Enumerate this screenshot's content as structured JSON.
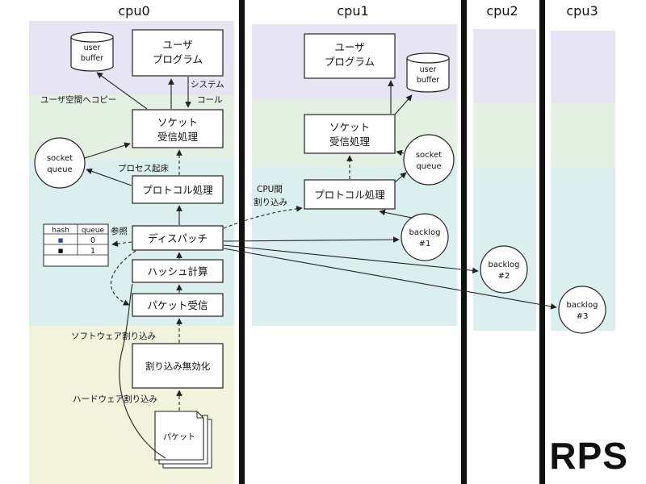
{
  "cpus": [
    "cpu0",
    "cpu1",
    "cpu2",
    "cpu3"
  ],
  "colors": {
    "user_band": "#e7e5f4",
    "socket_band": "#e3f0e2",
    "protocol_band": "#dcefef",
    "hw_band": "#f1f3dc",
    "separator": "#111111"
  },
  "cpu0": {
    "user_buffer": [
      "user",
      "buffer"
    ],
    "user_program": [
      "ユーザ",
      "プログラム"
    ],
    "syscall": [
      "システム",
      "コール"
    ],
    "copy_to_user": "ユーザ空間へコピー",
    "socket_recv": [
      "ソケット",
      "受信処理"
    ],
    "socket_queue": [
      "socket",
      "queue"
    ],
    "process_wakeup": "プロセス起床",
    "protocol": "プロトコル処理",
    "dispatch": "ディスパッチ",
    "reference": "参照",
    "hash_calc": "ハッシュ計算",
    "packet_recv": "パケット受信",
    "soft_irq": "ソフトウェア割り込み",
    "irq_disable": "割り込み無効化",
    "hard_irq": "ハードウェア割り込み",
    "packet": "パケット"
  },
  "hash_table": {
    "headers": [
      "hash",
      "queue"
    ],
    "rows": [
      {
        "hash": "■",
        "queue": "0",
        "marker_color": "#2e4a9a"
      },
      {
        "hash": "■",
        "queue": "1",
        "marker_color": "#111111"
      },
      {
        "hash": "",
        "queue": ""
      }
    ]
  },
  "cpu1": {
    "user_program": [
      "ユーザ",
      "プログラム"
    ],
    "user_buffer": [
      "user",
      "buffer"
    ],
    "socket_recv": [
      "ソケット",
      "受信処理"
    ],
    "socket_queue": [
      "socket",
      "queue"
    ],
    "ipi": [
      "CPU間",
      "割り込み"
    ],
    "protocol": "プロトコル処理",
    "backlog": [
      "backlog",
      "#1"
    ]
  },
  "cpu2": {
    "backlog": [
      "backlog",
      "#2"
    ]
  },
  "cpu3": {
    "backlog": [
      "backlog",
      "#3"
    ]
  },
  "watermark": "RPS"
}
